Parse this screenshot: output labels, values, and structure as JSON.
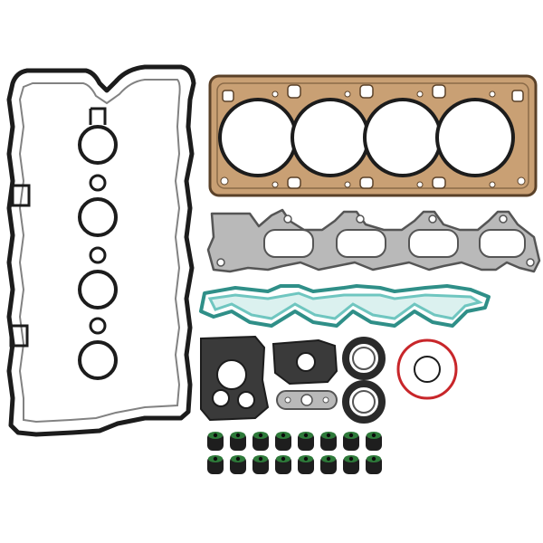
{
  "image": {
    "subject": "engine-cylinder-head-gasket-set",
    "background_color": "#ffffff"
  },
  "colors": {
    "rubber_black": "#1c1c1c",
    "mls_copper": "#c9a074",
    "mls_copper_dark": "#8a6a48",
    "steel_gray": "#b9b9b9",
    "steel_gray_dark": "#6f6f6f",
    "turquoise": "#6fc6c0",
    "turquoise_dark": "#2f8f88",
    "oring_red": "#c8262a",
    "valve_seal_green": "#2e7a3a",
    "fiber_dark": "#3a3a3a"
  },
  "parts": {
    "cylinder_bore_count": 4,
    "valve_stem_seal_count": 16
  }
}
